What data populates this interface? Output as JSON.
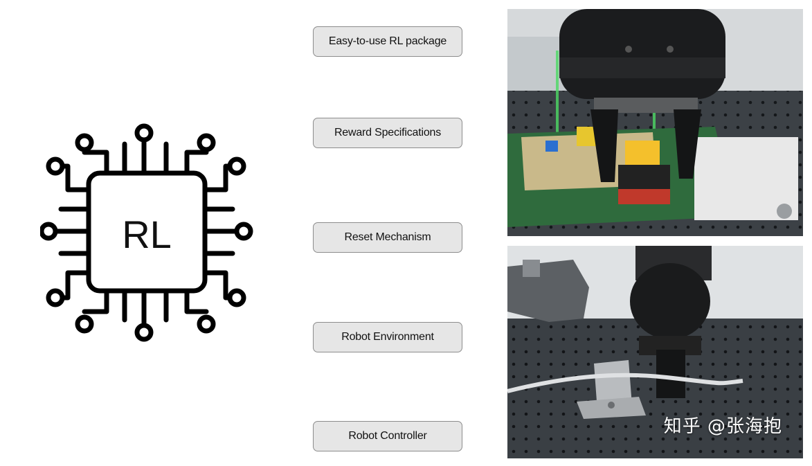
{
  "chip": {
    "label": "RL"
  },
  "components": [
    {
      "label": "Easy-to-use RL package"
    },
    {
      "label": "Reward Specifications"
    },
    {
      "label": "Reset Mechanism"
    },
    {
      "label": "Robot Environment"
    },
    {
      "label": "Robot Controller"
    }
  ],
  "photos": [
    {
      "name": "robot-gripper-pcb-photo"
    },
    {
      "name": "robot-gripper-cable-photo"
    }
  ],
  "watermark": {
    "text": "知乎 @张海抱"
  }
}
